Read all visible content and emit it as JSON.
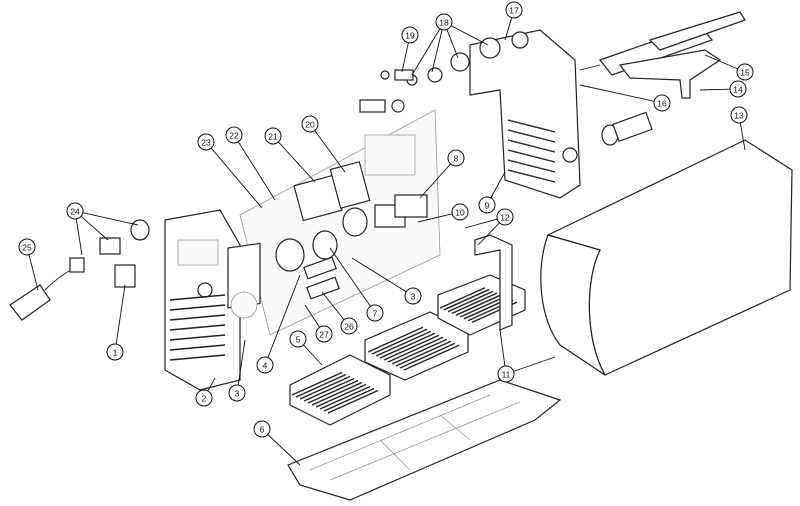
{
  "diagram": {
    "type": "exploded-parts-view",
    "callouts": [
      "1",
      "2",
      "3",
      "3",
      "4",
      "5",
      "6",
      "7",
      "8",
      "9",
      "10",
      "11",
      "12",
      "13",
      "14",
      "15",
      "16",
      "17",
      "18",
      "19",
      "20",
      "21",
      "22",
      "23",
      "24",
      "25",
      "26",
      "27"
    ]
  }
}
